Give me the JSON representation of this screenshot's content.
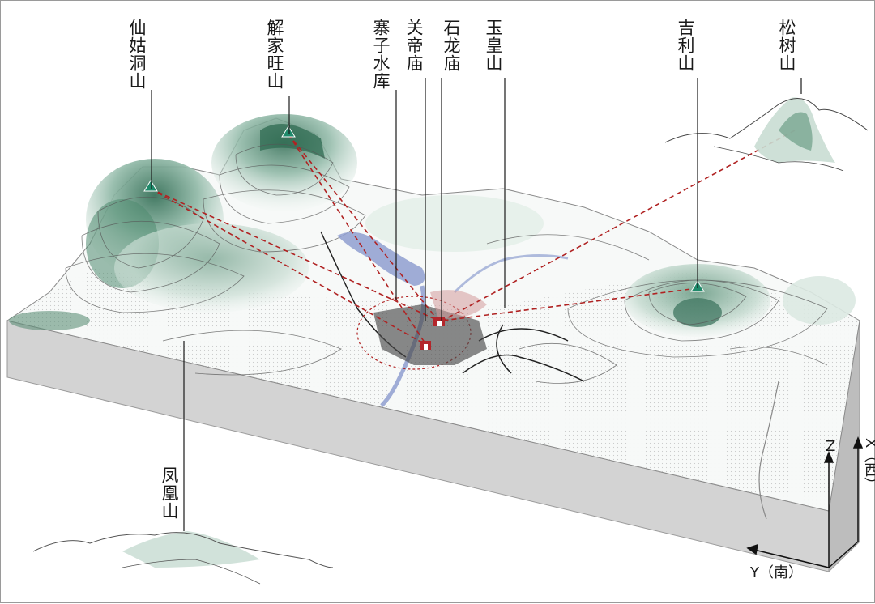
{
  "labels": {
    "xiangudong": "仙姑洞山",
    "xiejiawang": "解家旺山",
    "zhaizi": "寨子水库",
    "guandi": "关帝庙",
    "shilong": "石龙庙",
    "yuhuang": "玉皇山",
    "jili": "吉利山",
    "songshu": "松树山",
    "fenghuang": "凤凰山"
  },
  "axes": {
    "z": "Z",
    "x": "X（西）",
    "y": "Y（南）"
  },
  "colors": {
    "mountain_dark": "#2f6b52",
    "mountain_mid": "#8fb8a6",
    "mountain_light": "#d6e7df",
    "water": "#8f9fd0",
    "sightline": "#b02222",
    "temple": "#b3262b",
    "block_side": "#d6d6d6",
    "peak_marker": "#1e8a6a"
  },
  "icons": [
    "peak-triangle-icon",
    "temple-icon",
    "axis-arrow-icon"
  ]
}
